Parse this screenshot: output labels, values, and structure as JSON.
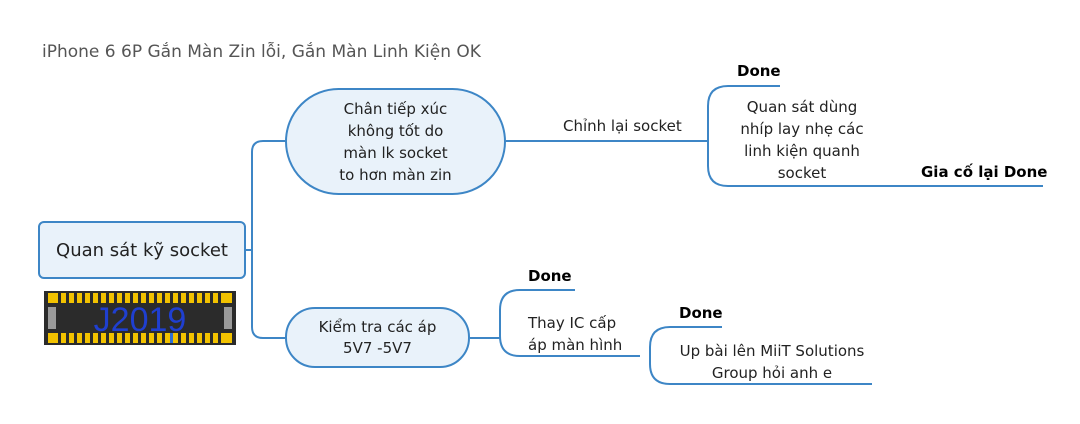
{
  "title": "iPhone 6 6P Gắn Màn Zin lỗi, Gắn Màn Linh Kiện OK",
  "root": {
    "label": "Quan sát kỹ socket"
  },
  "chip": {
    "label": "J2019"
  },
  "branch1": {
    "label": "Chân tiếp xúc\nkhông tốt do\nmàn lk socket\nto hơn màn zin",
    "action": "Chỉnh lại socket",
    "action_status": "Done",
    "detail": "Quan sát dùng\nnhíp lay nhẹ các\nlinh kiện quanh\nsocket",
    "detail_status": "Gia cố lại Done"
  },
  "branch2": {
    "label": "Kiểm tra các áp\n5V7 -5V7",
    "action": "Thay IC cấp\náp màn hình",
    "action_status": "Done",
    "detail": "Up bài lên MiiT Solutions\nGroup hỏi anh e",
    "detail_status": "Done"
  },
  "colors": {
    "connector": "#3d86c6",
    "node_fill": "#e9f2fa",
    "chip_pin": "#f2c200"
  }
}
